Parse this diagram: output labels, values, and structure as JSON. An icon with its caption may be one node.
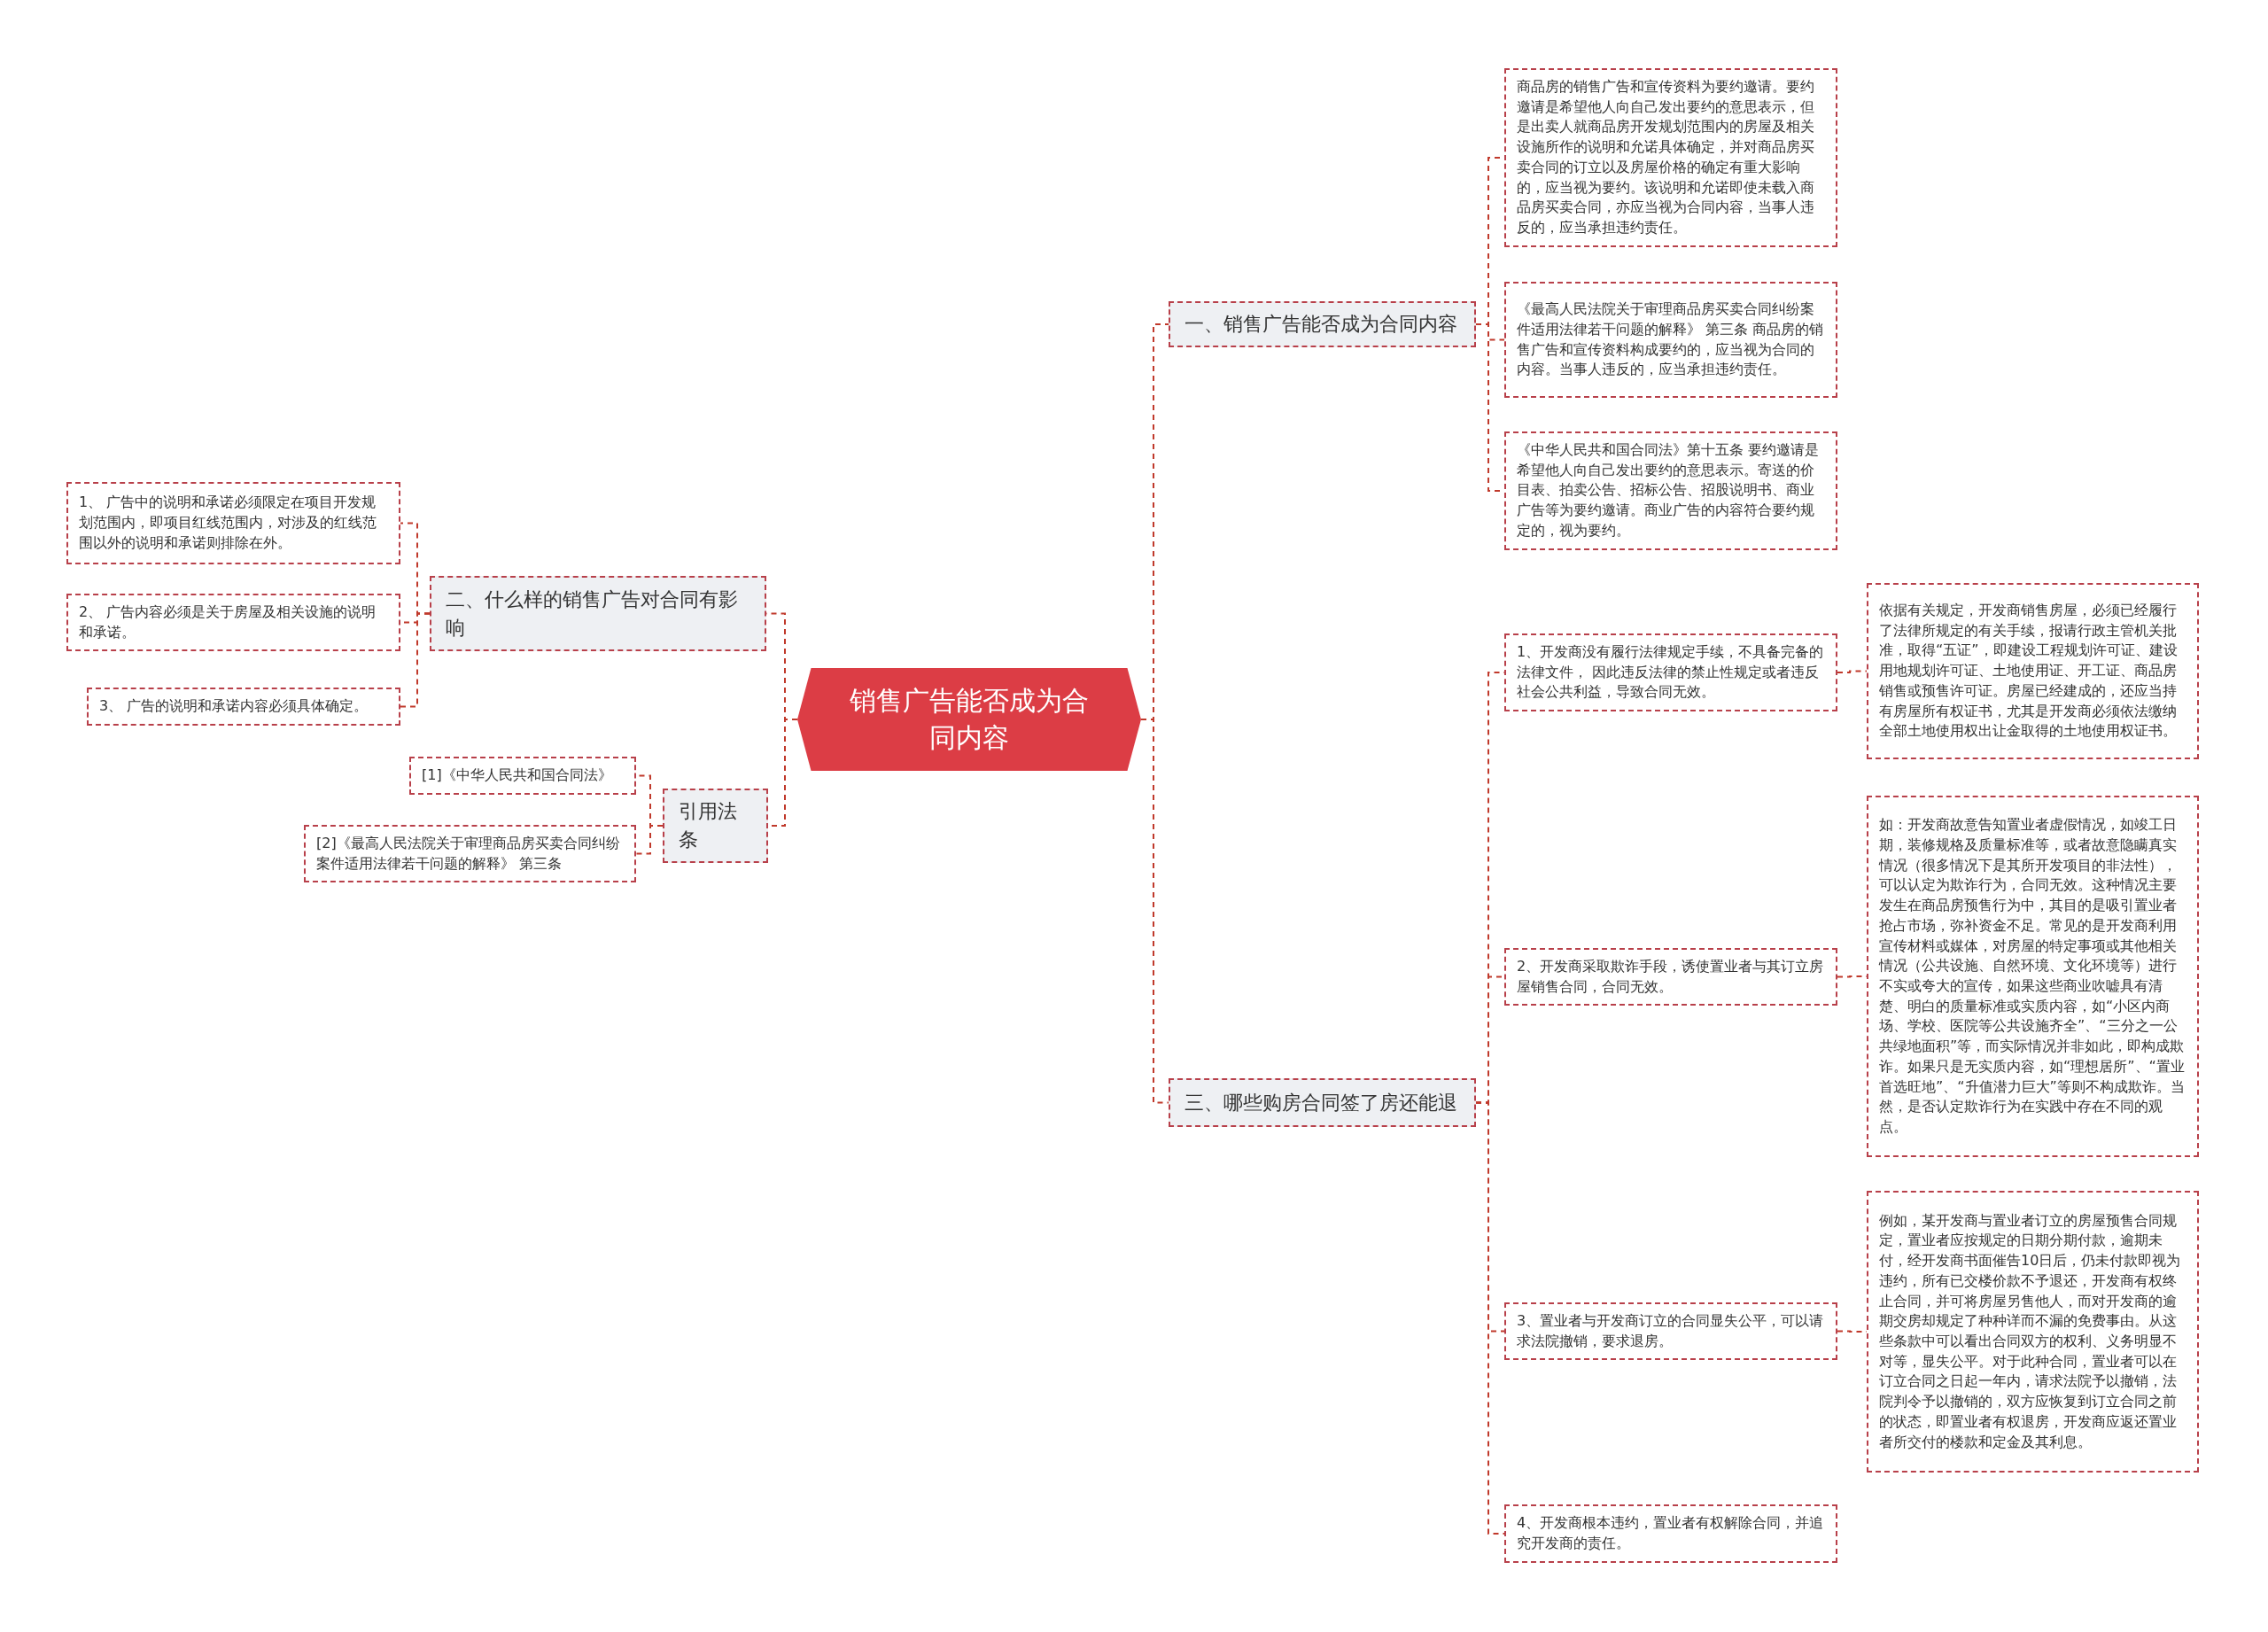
{
  "diagram": {
    "nodes": [
      {
        "text": [
          "销售广告能否成为合同内容"
        ]
      },
      {
        "text": [
          "一、销售广告能否成为合同内容"
        ]
      },
      {
        "text": [
          "商品房的销售广告和宣传资料为要约邀请。要约邀请是希望他人向自己发出要约的意思表示，但是出卖人就商品房开发规划范围内的房屋及相关设施所作的说明和允诺具体确定，并对商品房买卖合同的订立以及房屋价格的确定有重大影响的，应当视为要约。该说明和允诺即使未载入商品房买卖合同，亦应当视为合同内容，当事人违反的，应当承担违约责任。"
        ]
      },
      {
        "text": [
          "《最高人民法院关于审理商品房买卖合同纠纷案件适用法律若干问题的解释》 第三条 商品房的销售广告和宣传资料构成要约的，应当视为合同的内容。当事人违反的，应当承担违约责任。"
        ]
      },
      {
        "text": [
          "《中华人民共和国合同法》第十五条 要约邀请是希望他人向自己发出要约的意思表示。寄送的价目表、拍卖公告、招标公告、招股说明书、商业广告等为要约邀请。商业广告的内容符合要约规定的，视为要约。"
        ]
      },
      {
        "text": [
          "三、哪些购房合同签了房还能退"
        ]
      },
      {
        "text": [
          "1、开发商没有履行法律规定手续，不具备完备的法律文件， 因此违反法律的禁止性规定或者违反社会公共利益，导致合同无效。"
        ]
      },
      {
        "text": [
          "依据有关规定，开发商销售房屋，必须已经履行了法律所规定的有关手续，报请行政主管机关批准，取得“五证”，即建设工程规划许可证、建设用地规划许可证、土地使用证、开工证、商品房销售或预售许可证。房屋已经建成的，还应当持有房屋所有权证书，尤其是开发商必须依法缴纳全部土地使用权出让金取得的土地使用权证书。"
        ]
      },
      {
        "text": [
          "2、开发商采取欺诈手段，诱使置业者与其订立房屋销售合同，合同无效。"
        ]
      },
      {
        "text": [
          "如：开发商故意告知置业者虚假情况，如竣工日期，装修规格及质量标准等，或者故意隐瞒真实情况（很多情况下是其所开发项目的非法性），可以认定为欺诈行为，合同无效。这种情况主要发生在商品房预售行为中，其目的是吸引置业者抢占市场，弥补资金不足。常见的是开发商利用宣传材料或媒体，对房屋的特定事项或其他相关情况（公共设施、自然环境、文化环境等）进行不实或夸大的宣传，如果这些商业吹嘘具有清楚、明白的质量标准或实质内容，如“小区内商场、学校、医院等公共设施齐全”、“三分之一公共绿地面积”等，而实际情况并非如此，即构成欺诈。如果只是无实质内容，如“理想居所”、“置业首选旺地”、“升值潜力巨大”等则不构成欺诈。当然，是否认定欺诈行为在实践中存在不同的观点。"
        ]
      },
      {
        "text": [
          "3、置业者与开发商订立的合同显失公平，可以请求法院撤销，要求退房。"
        ]
      },
      {
        "text": [
          "例如，某开发商与置业者订立的房屋预售合同规定，置业者应按规定的日期分期付款，逾期未付，经开发商书面催告10日后，仍未付款即视为违约，所有已交楼价款不予退还，开发商有权终止合同，并可将房屋另售他人，而对开发商的逾期交房却规定了种种详而不漏的免费事由。从这些条款中可以看出合同双方的权利、义务明显不对等，显失公平。对于此种合同，置业者可以在订立合同之日起一年内，请求法院予以撤销，法院判令予以撤销的，双方应恢复到订立合同之前的状态，即置业者有权退房，开发商应返还置业者所交付的楼款和定金及其利息。"
        ]
      },
      {
        "text": [
          "4、开发商根本违约，置业者有权解除合同，并追究开发商的责任。"
        ]
      },
      {
        "text": [
          "二、什么样的销售广告对合同有影响"
        ]
      },
      {
        "text": [
          "1、 广告中的说明和承诺必须限定在项目开发规划范围内，即项目红线范围内，对涉及的红线范围以外的说明和承诺则排除在外。"
        ]
      },
      {
        "text": [
          "2、 广告内容必须是关于房屋及相关设施的说明和承诺。"
        ]
      },
      {
        "text": [
          "3、 广告的说明和承诺内容必须具体确定。"
        ]
      },
      {
        "text": [
          "引用法条"
        ]
      },
      {
        "text": [
          "[1]《中华人民共和国合同法》"
        ]
      },
      {
        "text": [
          "[2]《最高人民法院关于审理商品房买卖合同纠纷案件适用法律若干问题的解释》 第三条"
        ]
      }
    ],
    "edges": [
      {
        "from": 0,
        "to": 1,
        "arrow": "none"
      },
      {
        "from": 1,
        "to": 2,
        "arrow": "none"
      },
      {
        "from": 1,
        "to": 3,
        "arrow": "none"
      },
      {
        "from": 1,
        "to": 4,
        "arrow": "none"
      },
      {
        "from": 0,
        "to": 5,
        "arrow": "none"
      },
      {
        "from": 5,
        "to": 6,
        "arrow": "none"
      },
      {
        "from": 6,
        "to": 7,
        "arrow": "none"
      },
      {
        "from": 5,
        "to": 8,
        "arrow": "none"
      },
      {
        "from": 8,
        "to": 9,
        "arrow": "none"
      },
      {
        "from": 5,
        "to": 10,
        "arrow": "none"
      },
      {
        "from": 10,
        "to": 11,
        "arrow": "none"
      },
      {
        "from": 5,
        "to": 12,
        "arrow": "none"
      },
      {
        "from": 0,
        "to": 13,
        "arrow": "none"
      },
      {
        "from": 13,
        "to": 14,
        "arrow": "none"
      },
      {
        "from": 13,
        "to": 15,
        "arrow": "none"
      },
      {
        "from": 13,
        "to": 16,
        "arrow": "none"
      },
      {
        "from": 0,
        "to": 17,
        "arrow": "none"
      },
      {
        "from": 17,
        "to": 18,
        "arrow": "none"
      },
      {
        "from": 17,
        "to": 19,
        "arrow": "none"
      }
    ]
  }
}
